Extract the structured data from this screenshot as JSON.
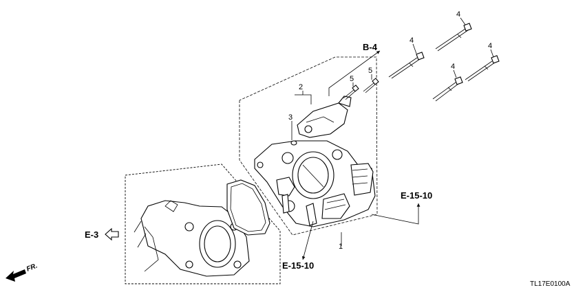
{
  "diagram": {
    "callouts": [
      "1",
      "2",
      "3",
      "4",
      "4",
      "4",
      "4",
      "5",
      "5"
    ],
    "references": {
      "b4": "B-4",
      "e15_10_right": "E-15-10",
      "e15_10_bottom": "E-15-10",
      "e3": "E-3"
    },
    "direction_label": "FR.",
    "diagram_code": "TL17E0100A"
  }
}
